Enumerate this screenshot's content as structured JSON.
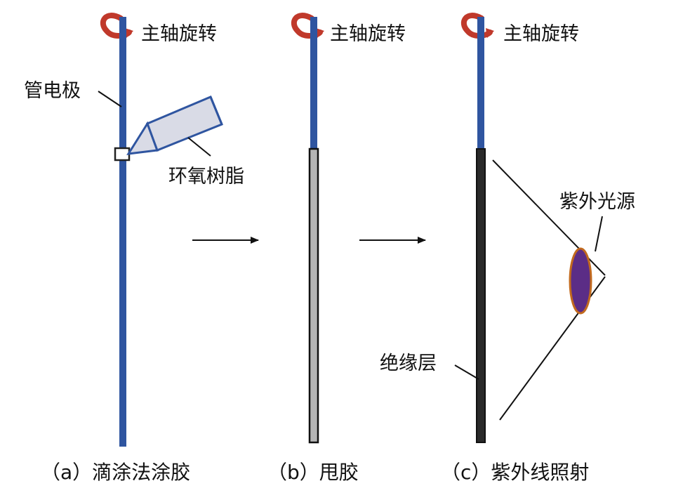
{
  "panels": [
    {
      "rotation_label": "主轴旋转",
      "electrode_label": "管电极",
      "resin_label": "环氧树脂",
      "caption": "（a）滴涂法涂胶"
    },
    {
      "rotation_label": "主轴旋转",
      "caption": "（b）甩胶"
    },
    {
      "rotation_label": "主轴旋转",
      "uv_source_label": "紫外光源",
      "insulation_label": "绝缘层",
      "caption": "（c）紫外线照射"
    }
  ],
  "colors": {
    "electrode_blue": "#2f55a0",
    "rotation_arrow": "#c0392b",
    "resin_fill": "#d9dbe6",
    "coated_gray": "#b5b5b5",
    "coated_dark": "#2a2a2a",
    "uv_lens": "#5b2d86"
  }
}
